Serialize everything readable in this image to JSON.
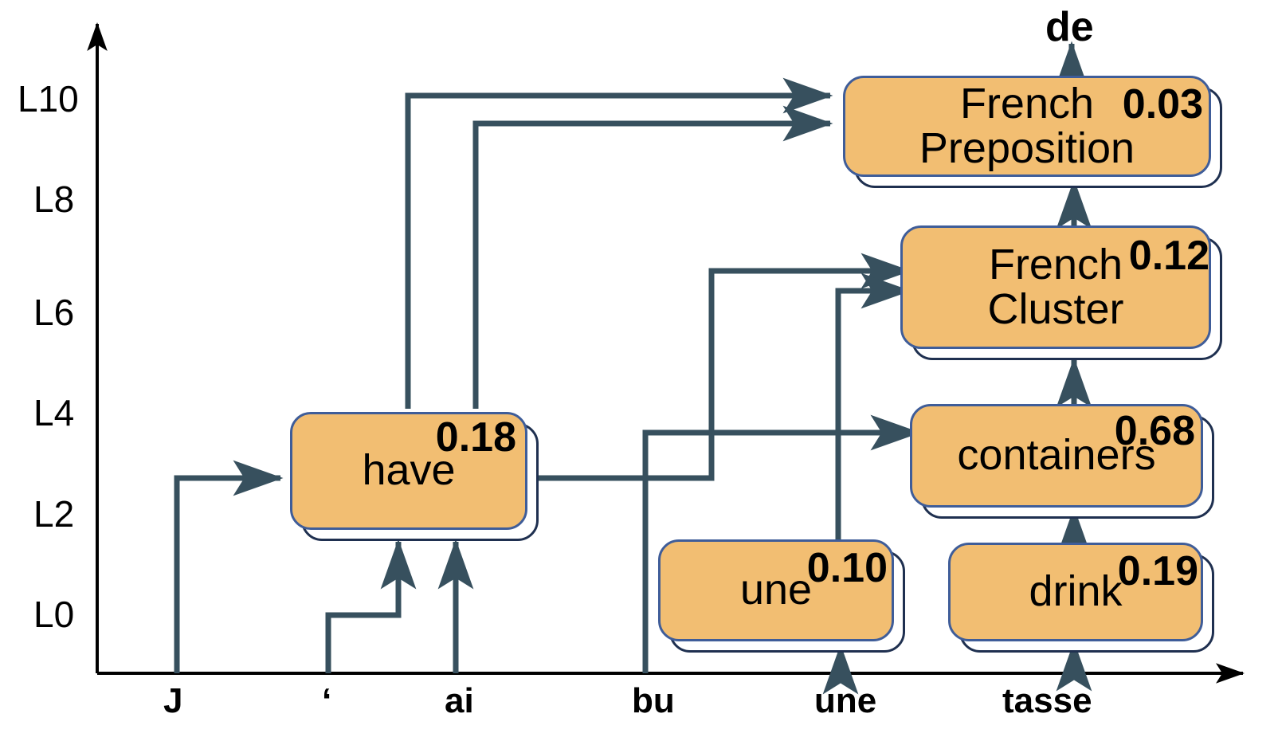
{
  "figure": {
    "title": "",
    "output_token": "de",
    "axes": {
      "y_label_list": [
        "L10",
        "L8",
        "L6",
        "L4",
        "L2",
        "L0"
      ],
      "x_label_list": [
        "J",
        "‘",
        "ai",
        "bu",
        "une",
        "tasse"
      ]
    },
    "colors": {
      "node_fill": "#F2BE72",
      "node_border": "#3f5d99",
      "shadow_border": "#1f3050",
      "edge": "#37505E",
      "axis": "#000000",
      "text": "#000000"
    }
  },
  "nodes": [
    {
      "id": "have",
      "label": "have",
      "score": "0.18"
    },
    {
      "id": "une",
      "label": "une",
      "score": "0.10"
    },
    {
      "id": "drink",
      "label": "drink",
      "score": "0.19"
    },
    {
      "id": "containers",
      "label": "containers",
      "score": "0.68"
    },
    {
      "id": "french-cluster",
      "label": "French\nCluster",
      "score": "0.12"
    },
    {
      "id": "french-preposition",
      "label": "French\nPreposition",
      "score": "0.03"
    }
  ],
  "chart_data": {
    "type": "diagram",
    "title": "",
    "xlabel": "",
    "ylabel": "",
    "x_categories": [
      "J",
      "‘",
      "ai",
      "bu",
      "une",
      "tasse"
    ],
    "y_ticks": [
      "L0",
      "L2",
      "L4",
      "L6",
      "L8",
      "L10"
    ],
    "ylim": [
      "L0",
      "L10"
    ],
    "grid": false,
    "legend": "none",
    "output_token": "de",
    "nodes": [
      {
        "id": "have",
        "label": "have",
        "score": 0.18,
        "x_token": "ai",
        "layer": "L3"
      },
      {
        "id": "une",
        "label": "une",
        "score": 0.1,
        "x_token": "une",
        "layer": "L1"
      },
      {
        "id": "drink",
        "label": "drink",
        "score": 0.19,
        "x_token": "tasse",
        "layer": "L1"
      },
      {
        "id": "containers",
        "label": "containers",
        "score": 0.68,
        "x_token": "tasse",
        "layer": "L3"
      },
      {
        "id": "french-cluster",
        "label": "French Cluster",
        "score": 0.12,
        "x_token": "tasse",
        "layer": "L7"
      },
      {
        "id": "french-preposition",
        "label": "French Preposition",
        "score": 0.03,
        "x_token": "tasse",
        "layer": "L10"
      }
    ],
    "edges": [
      {
        "from": "J",
        "to": "have"
      },
      {
        "from": "‘",
        "to": "have"
      },
      {
        "from": "ai",
        "to": "have"
      },
      {
        "from": "une",
        "to": "une"
      },
      {
        "from": "tasse",
        "to": "drink"
      },
      {
        "from": "drink",
        "to": "containers"
      },
      {
        "from": "bu",
        "to": "containers"
      },
      {
        "from": "have",
        "to": "containers"
      },
      {
        "from": "have",
        "to": "french-cluster"
      },
      {
        "from": "une",
        "to": "french-cluster"
      },
      {
        "from": "containers",
        "to": "french-cluster"
      },
      {
        "from": "french-cluster",
        "to": "french-preposition"
      },
      {
        "from": "have",
        "to": "french-preposition"
      },
      {
        "from": "ai",
        "to": "french-preposition"
      },
      {
        "from": "french-preposition",
        "to": "de"
      }
    ]
  }
}
